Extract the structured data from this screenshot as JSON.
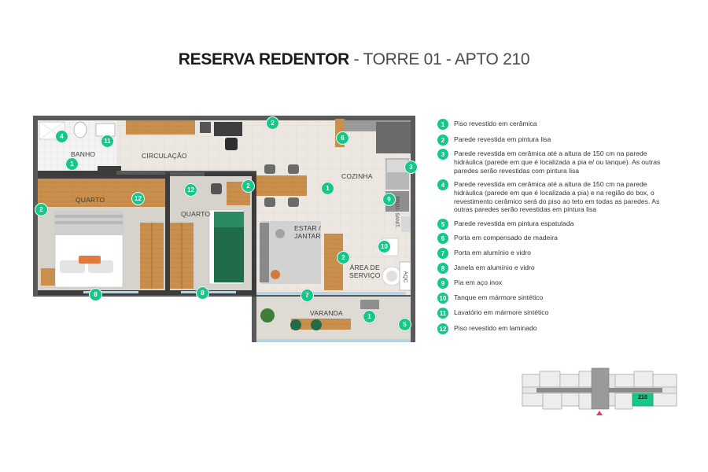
{
  "title": {
    "bold": "RESERVA REDENTOR",
    "rest": " - TORRE 01 - APTO 210"
  },
  "plan": {
    "rooms": {
      "banho": "BANHO",
      "circulacao": "CIRCULAÇÃO",
      "quarto1": "QUARTO",
      "quarto2": "QUARTO",
      "cozinha": "COZINHA",
      "estar1": "ESTAR /",
      "estar2": "JANTAR",
      "area1": "ÁREA DE",
      "area2": "SERVIÇO",
      "varanda": "VARANDA",
      "proj_sanit": "PROJ. SANIT.",
      "aqc": "AQC"
    },
    "badges": {
      "b2_top": "2",
      "b4_banho": "4",
      "b11": "11",
      "b1_banho": "1",
      "b6": "6",
      "b3": "3",
      "b12_q2": "12",
      "b2_q2": "2",
      "b1_coz": "1",
      "b12_q1": "12",
      "b2_left": "2",
      "b9": "9",
      "b10": "10",
      "b2_area": "2",
      "b8_left": "8",
      "b8_mid": "8",
      "b7": "7",
      "b1_var": "1",
      "b5": "5"
    }
  },
  "legend": [
    {
      "num": "1",
      "text": "Piso revestido em cerâmica"
    },
    {
      "num": "2",
      "text": "Parede revestida em pintura lisa"
    },
    {
      "num": "3",
      "text": "Parede revestida em cerâmica até a altura de 150 cm na parede hidráulica (parede em que é localizada a pia e/ ou tanque). As outras paredes serão revestidas com pintura lisa"
    },
    {
      "num": "4",
      "text": "Parede revestida em cerâmica até a altura de 150 cm na parede hidráulica (parede em que é localizada a pia) e na região do box, o revestimento cerâmico será do piso ao teto em todas as paredes. As outras paredes serão revestidas em pintura lisa"
    },
    {
      "num": "5",
      "text": "Parede revestida em pintura espatulada"
    },
    {
      "num": "6",
      "text": "Porta em compensado de madeira"
    },
    {
      "num": "7",
      "text": "Porta em alumínio e vidro"
    },
    {
      "num": "8",
      "text": "Janela em alumínio e vidro"
    },
    {
      "num": "9",
      "text": "Pia em aço inox"
    },
    {
      "num": "10",
      "text": "Tanque em mármore sintético"
    },
    {
      "num": "11",
      "text": "Lavatório em mármore sintético"
    },
    {
      "num": "12",
      "text": "Piso revestido em laminado"
    }
  ],
  "keyplan": {
    "unit": "210"
  },
  "colors": {
    "accent_green": "#16c78a",
    "marker_pink": "#e0367a"
  }
}
